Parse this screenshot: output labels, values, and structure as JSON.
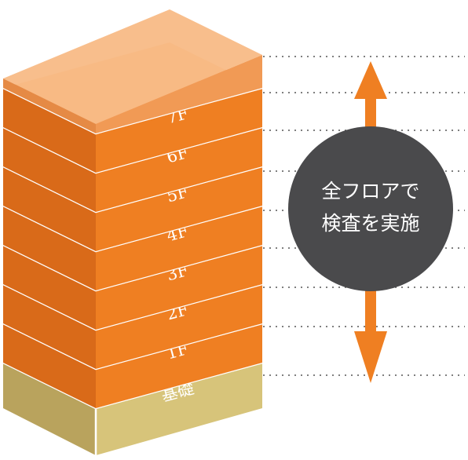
{
  "building": {
    "floors": [
      "7F",
      "6F",
      "5F",
      "4F",
      "3F",
      "2F",
      "1F"
    ],
    "foundation": "基礎",
    "colors": {
      "floor_top": "#f6a76a",
      "floor_front": "#ef7f22",
      "floor_side": "#d96a19",
      "foundation_front": "#d7c47a",
      "foundation_side": "#b9a35d",
      "foundation_top": "#e2d392",
      "edge": "#ffffff"
    }
  },
  "callout": {
    "line1": "全フロアで",
    "line2": "検査を実施",
    "circle_color": "#4a4a4c",
    "arrow_color": "#ef7f22",
    "guide_color": "#333333"
  }
}
